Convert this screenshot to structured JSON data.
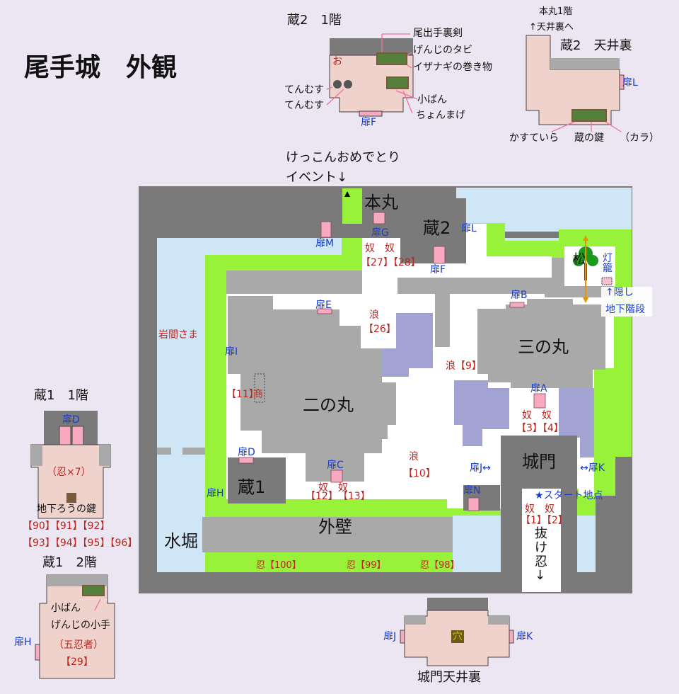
{
  "title": "尾手城　外観",
  "colors": {
    "wall": "#7a7a7a",
    "water": "#cfe6f7",
    "grass": "#99f23a",
    "roof": "#a9a9a9",
    "floor": "#ffffff",
    "purple": "#a3a3d3",
    "pinkroom": "#f0d2cc",
    "door": "#f6a9bf",
    "enemy": "#c0241c",
    "doorlabel": "#1a3cc8"
  },
  "map": {
    "honmaru": "本丸",
    "kura2": "蔵2",
    "ninomaru": "二の丸",
    "sannomaru": "三の丸",
    "jomon": "城門",
    "kura1": "蔵1",
    "gaiheki": "外壁",
    "mizubori": "水堀",
    "iwama": "岩間さま",
    "wedding_event": "けっこんおめでとり",
    "wedding_event2": "イベント↓",
    "matsu": "松",
    "toro": "灯籠",
    "hidden": "↑隠し",
    "hidden2": "地下階段",
    "start": "★スタート地点",
    "nukeshinobi": "抜け忍↓",
    "enemies": {
      "g": "奴　奴",
      "g2": "【27】【28】",
      "e26a": "浪",
      "e26": "【26】",
      "e9": "浪【9】",
      "e11": "【11】",
      "shou": "商",
      "e34a": "奴　奴",
      "e34": "【3】【4】",
      "e10a": "浪",
      "e10": "【10】",
      "e1213a": "奴　奴",
      "e1213": "【12】　【13】",
      "e12a": "奴　奴",
      "e12": "【1】【2】",
      "e100": "忍【100】",
      "e99": "忍【99】",
      "e98": "忍【98】"
    },
    "doors": {
      "G": "扉G",
      "L": "扉L",
      "M": "扉M",
      "F": "扉F",
      "E": "扉E",
      "B": "扉B",
      "I": "扉I",
      "A": "扉A",
      "D": "扉D",
      "C": "扉C",
      "H": "扉H",
      "N": "扉N",
      "J": "扉J↔",
      "K": "↔扉K"
    }
  },
  "kura2_f1": {
    "title": "蔵2　1階",
    "o": "お",
    "items": [
      "尾出手裏剣",
      "げんじのタビ",
      "イザナギの巻き物",
      "小ばん",
      "ちょんまげ",
      "てんむす",
      "てんむす"
    ],
    "door": "扉F"
  },
  "kura2_attic": {
    "note1": "本丸1階",
    "note2": "↑天井裏へ",
    "title": "蔵2　天井裏",
    "door": "扉L",
    "items": [
      "かすていら",
      "蔵の鍵",
      "（カラ）"
    ]
  },
  "kura1_f1": {
    "title": "蔵1　1階",
    "door": "扉D",
    "ninja": "（忍×7）",
    "item": "地下ろうの鍵",
    "list1": "【90】【91】【92】",
    "list2": "【93】【94】【95】【96】"
  },
  "kura1_f2": {
    "title": "蔵1　2階",
    "items": [
      "小ばん",
      "げんじの小手"
    ],
    "ninja": "（五忍者）",
    "num": "【29】",
    "door": "扉H"
  },
  "gate_attic": {
    "title": "城門天井裏",
    "doorJ": "扉J",
    "doorK": "扉K",
    "hole": "穴"
  }
}
